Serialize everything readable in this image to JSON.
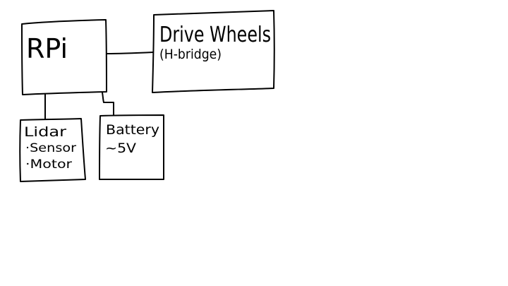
{
  "diagram": {
    "nodes": {
      "rpi": {
        "label": "RPi"
      },
      "drive": {
        "label": "Drive Wheels",
        "sublabel": "(H-bridge)"
      },
      "lidar": {
        "label": "Lidar",
        "items": [
          "·Sensor",
          "·Motor"
        ]
      },
      "battery": {
        "label": "Battery",
        "sublabel": "~5V"
      }
    },
    "edges": [
      {
        "from": "RPi",
        "to": "Drive Wheels"
      },
      {
        "from": "RPi",
        "to": "Lidar"
      },
      {
        "from": "RPi",
        "to": "Battery"
      }
    ],
    "colors": {
      "ink": "#000000",
      "background": "#ffffff"
    }
  }
}
